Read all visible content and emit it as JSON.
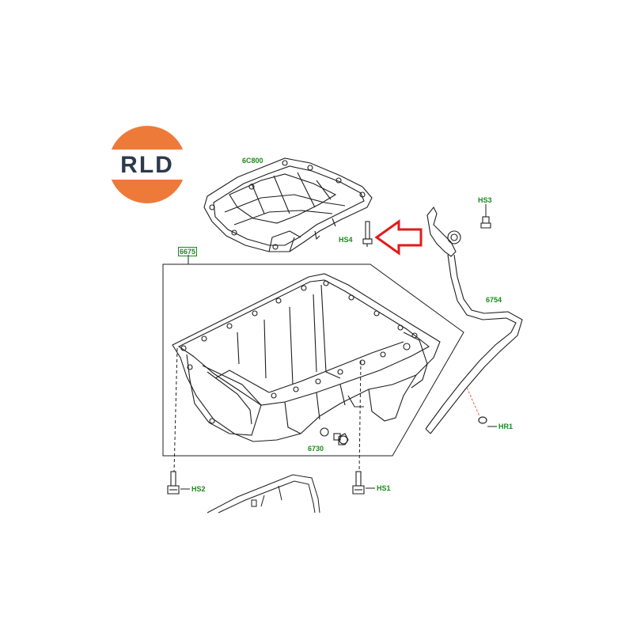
{
  "logo": {
    "text": "RLD",
    "colors": {
      "outer": "#ee7a3a",
      "inner": "#ffffff",
      "text": "#2c3a4d"
    }
  },
  "callouts": {
    "oil_pan_bracket": "6C800",
    "oil_pan": "6675",
    "dipstick_tube": "6754",
    "drain_plug": "6730",
    "screw_hs1": "HS1",
    "screw_hs2": "HS2",
    "screw_hs3": "HS3",
    "screw_hs4": "HS4",
    "seal_hr1": "HR1"
  },
  "colors": {
    "callout_text": "#1a8a1a",
    "line_art": "#1f1f1f",
    "highlight_arrow": "#e21b1b",
    "seal_highlight": "#e06060"
  }
}
